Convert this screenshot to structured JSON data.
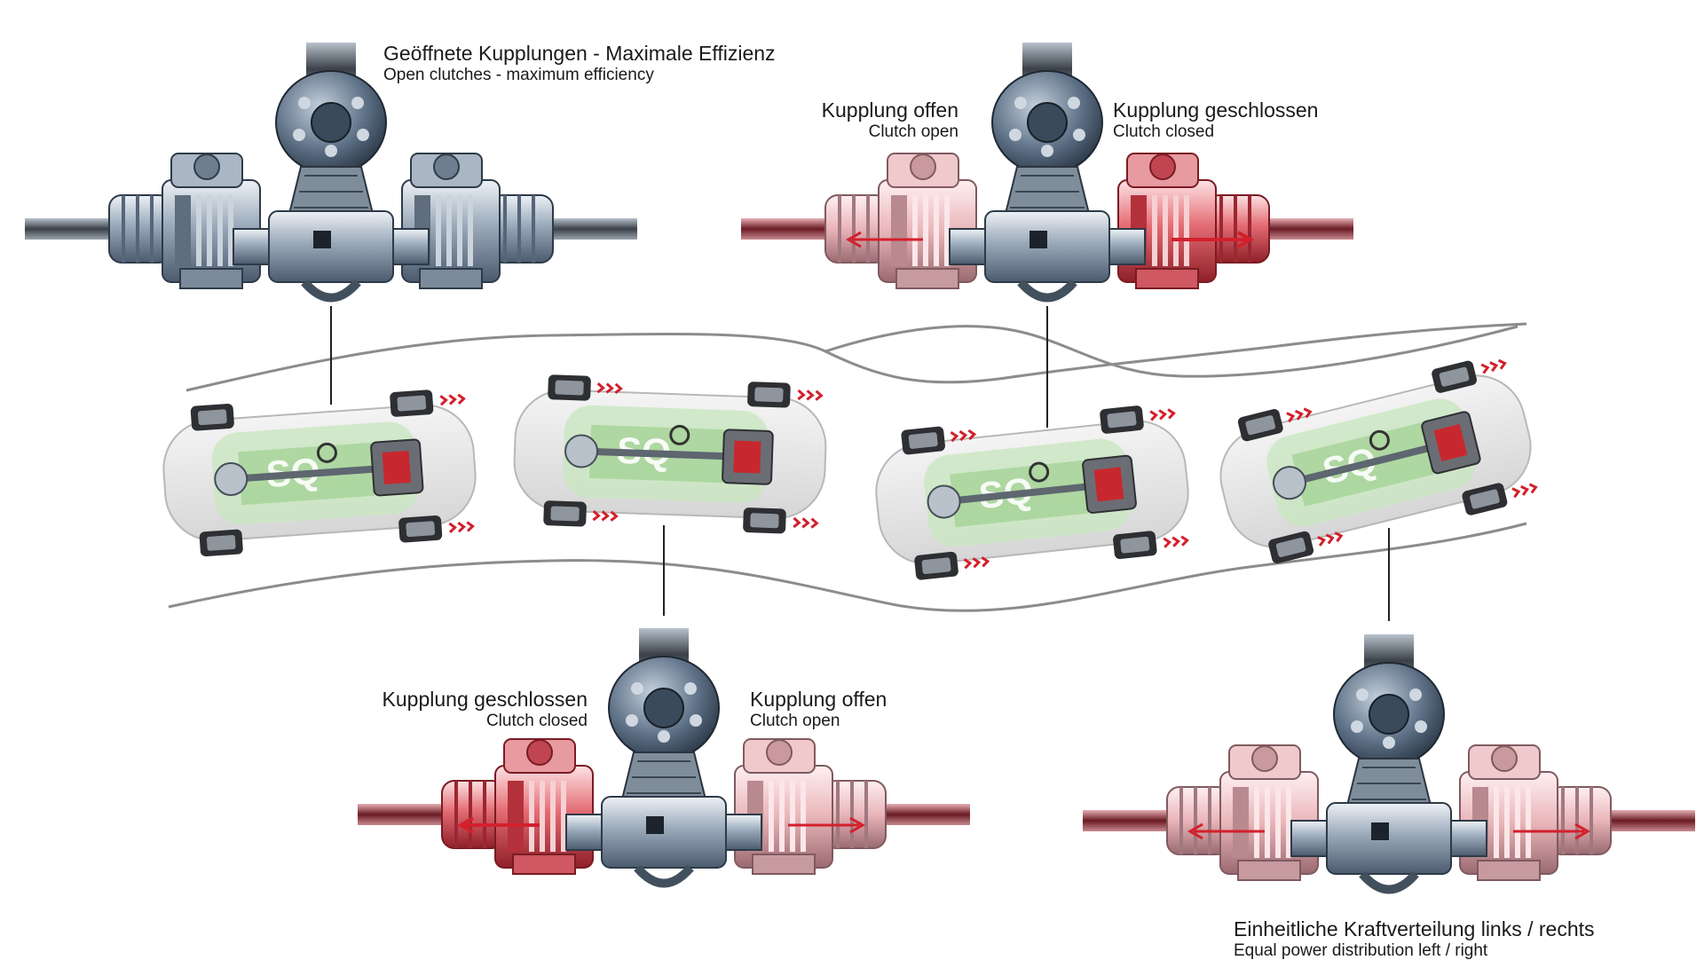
{
  "labels": {
    "max_efficiency": {
      "de": "Geöffnete Kupplungen - Maximale Effizienz",
      "en": "Open clutches - maximum efficiency"
    },
    "top_right_left": {
      "de": "Kupplung offen",
      "en": "Clutch open"
    },
    "top_right_right": {
      "de": "Kupplung geschlossen",
      "en": "Clutch closed"
    },
    "bottom_left_left": {
      "de": "Kupplung geschlossen",
      "en": "Clutch closed"
    },
    "bottom_left_right": {
      "de": "Kupplung offen",
      "en": "Clutch open"
    },
    "equal_distribution": {
      "de": "Einheitliche Kraftverteilung links / rechts",
      "en": "Equal power distribution left / right"
    }
  },
  "colors": {
    "metal_dark": "#3e4e60",
    "metal_mid": "#8a9aac",
    "metal_light": "#d5dde6",
    "active_red": "#d33a44",
    "active_pink": "#f0b7bb",
    "car_green": "#a6d59a",
    "road_line": "#8c8c8c",
    "connector": "#222222"
  },
  "icons": [
    "axle-unit",
    "car-topview",
    "road-line",
    "torque-arrow"
  ]
}
